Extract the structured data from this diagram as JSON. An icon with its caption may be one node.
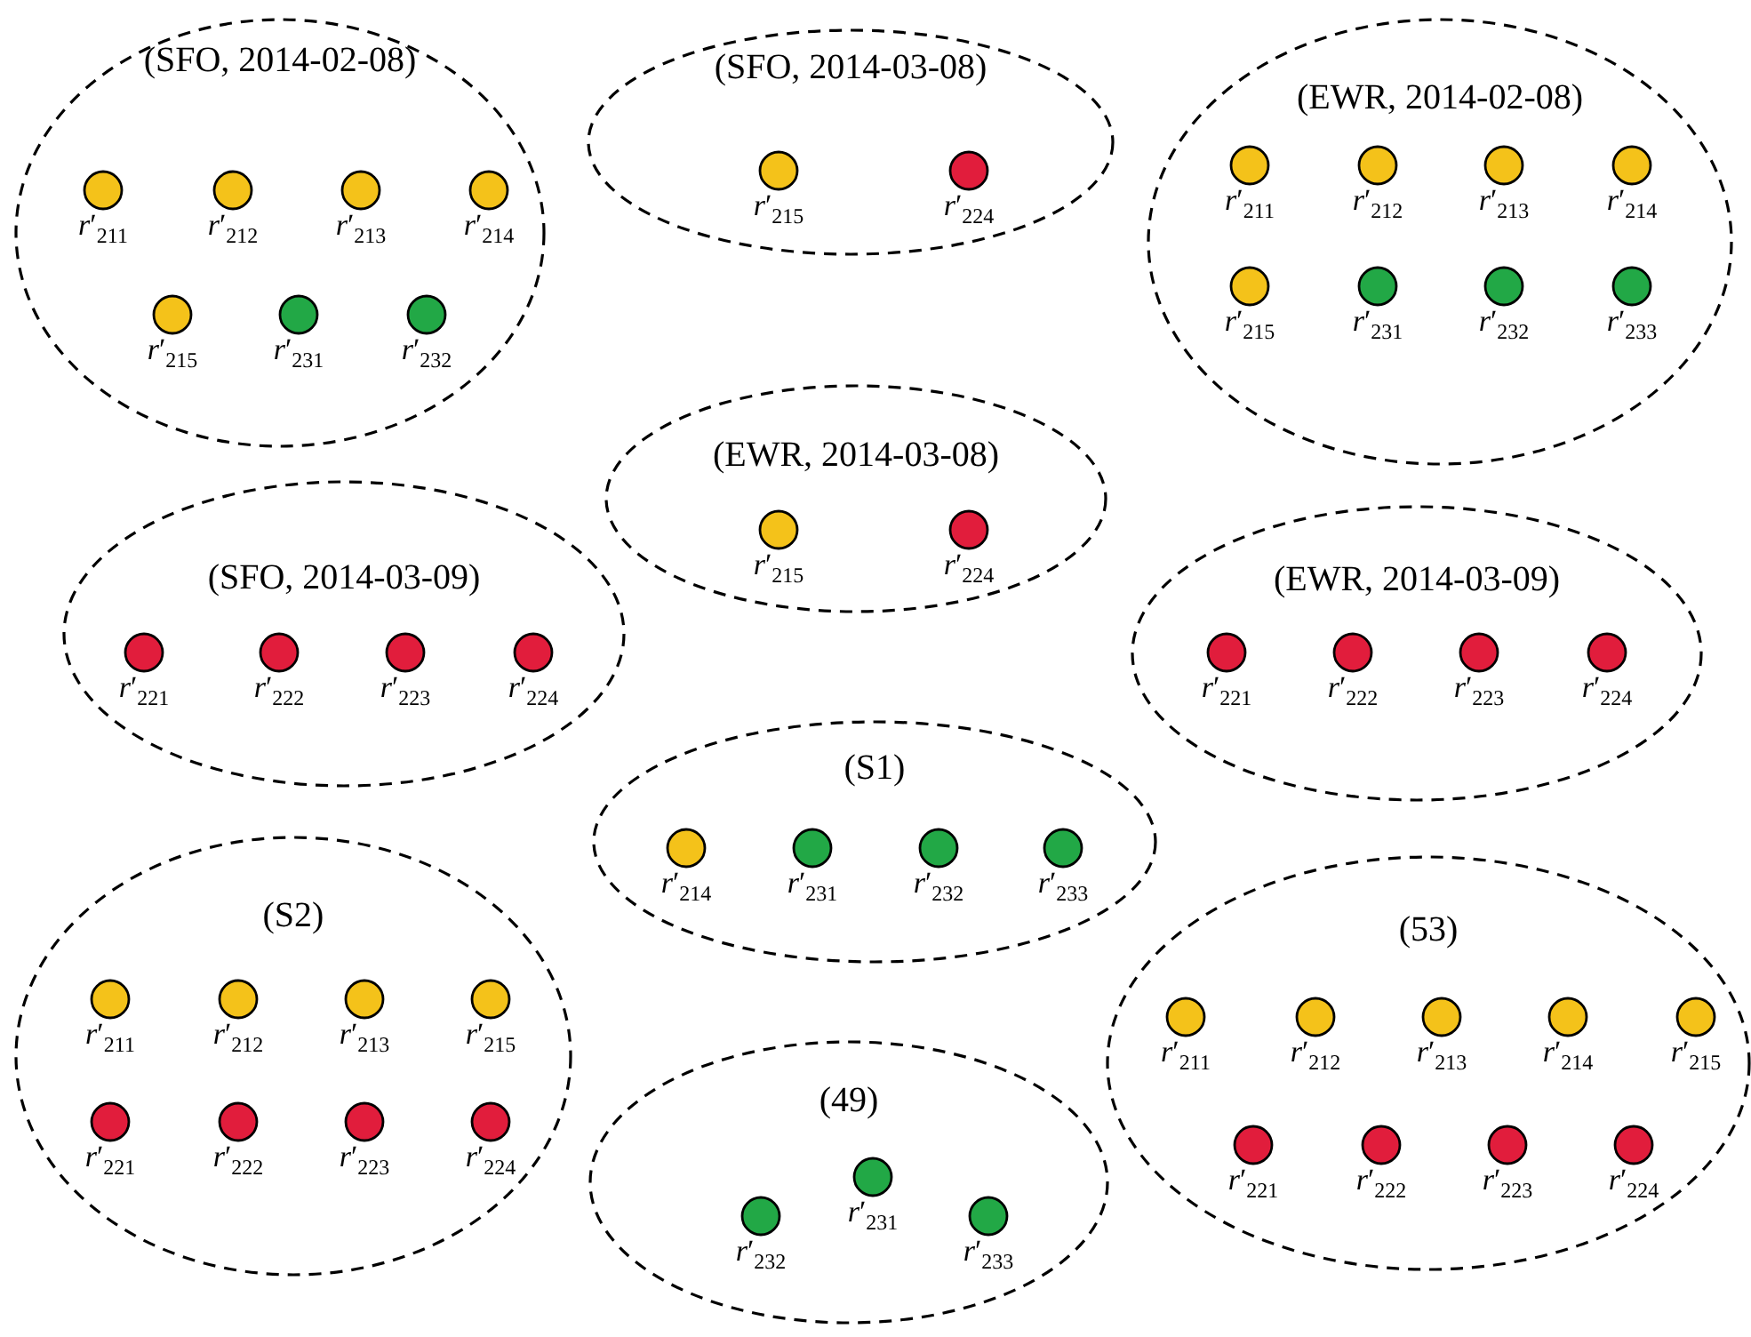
{
  "diagram": {
    "nodes": [
      {
        "text": [
          "(SFO, 2014-02-08)"
        ]
      },
      {
        "text": [
          "*r*′$_{211}$"
        ],
        "in": 0
      },
      {
        "text": [
          "*r*′$_{212}$"
        ],
        "in": 0
      },
      {
        "text": [
          "*r*′$_{213}$"
        ],
        "in": 0
      },
      {
        "text": [
          "*r*′$_{214}$"
        ],
        "in": 0
      },
      {
        "text": [
          "*r*′$_{215}$"
        ],
        "in": 0
      },
      {
        "text": [
          "*r*′$_{231}$"
        ],
        "in": 0
      },
      {
        "text": [
          "*r*′$_{232}$"
        ],
        "in": 0
      },
      {
        "text": [
          "(SFO, 2014-03-08)"
        ]
      },
      {
        "text": [
          "*r*′$_{215}$"
        ],
        "in": 8
      },
      {
        "text": [
          "*r*′$_{224}$"
        ],
        "in": 8
      },
      {
        "text": [
          "(EWR, 2014-02-08)"
        ]
      },
      {
        "text": [
          "*r*′$_{211}$"
        ],
        "in": 11
      },
      {
        "text": [
          "*r*′$_{212}$"
        ],
        "in": 11
      },
      {
        "text": [
          "*r*′$_{213}$"
        ],
        "in": 11
      },
      {
        "text": [
          "*r*′$_{214}$"
        ],
        "in": 11
      },
      {
        "text": [
          "*r*′$_{215}$"
        ],
        "in": 11
      },
      {
        "text": [
          "*r*′$_{231}$"
        ],
        "in": 11
      },
      {
        "text": [
          "*r*′$_{232}$"
        ],
        "in": 11
      },
      {
        "text": [
          "*r*′$_{233}$"
        ],
        "in": 11
      },
      {
        "text": [
          "(EWR, 2014-03-08)"
        ]
      },
      {
        "text": [
          "*r*′$_{215}$"
        ],
        "in": 20
      },
      {
        "text": [
          "*r*′$_{224}$"
        ],
        "in": 20
      },
      {
        "text": [
          "(SFO, 2014-03-09)"
        ]
      },
      {
        "text": [
          "*r*′$_{221}$"
        ],
        "in": 23
      },
      {
        "text": [
          "*r*′$_{222}$"
        ],
        "in": 23
      },
      {
        "text": [
          "*r*′$_{223}$"
        ],
        "in": 23
      },
      {
        "text": [
          "*r*′$_{224}$"
        ],
        "in": 23
      },
      {
        "text": [
          "(EWR, 2014-03-09)"
        ]
      },
      {
        "text": [
          "*r*′$_{221}$"
        ],
        "in": 28
      },
      {
        "text": [
          "*r*′$_{222}$"
        ],
        "in": 28
      },
      {
        "text": [
          "*r*′$_{223}$"
        ],
        "in": 28
      },
      {
        "text": [
          "*r*′$_{224}$"
        ],
        "in": 28
      },
      {
        "text": [
          "(S1)"
        ]
      },
      {
        "text": [
          "*r*′$_{214}$"
        ],
        "in": 33
      },
      {
        "text": [
          "*r*′$_{231}$"
        ],
        "in": 33
      },
      {
        "text": [
          "*r*′$_{232}$"
        ],
        "in": 33
      },
      {
        "text": [
          "*r*′$_{233}$"
        ],
        "in": 33
      },
      {
        "text": [
          "(S2)"
        ]
      },
      {
        "text": [
          "*r*′$_{211}$"
        ],
        "in": 38
      },
      {
        "text": [
          "*r*′$_{212}$"
        ],
        "in": 38
      },
      {
        "text": [
          "*r*′$_{213}$"
        ],
        "in": 38
      },
      {
        "text": [
          "*r*′$_{215}$"
        ],
        "in": 38
      },
      {
        "text": [
          "*r*′$_{221}$"
        ],
        "in": 38
      },
      {
        "text": [
          "*r*′$_{222}$"
        ],
        "in": 38
      },
      {
        "text": [
          "*r*′$_{223}$"
        ],
        "in": 38
      },
      {
        "text": [
          "*r*′$_{224}$"
        ],
        "in": 38
      },
      {
        "text": [
          "(49)"
        ]
      },
      {
        "text": [
          "*r*′$_{232}$"
        ],
        "in": 47
      },
      {
        "text": [
          "*r*′$_{231}$"
        ],
        "in": 47
      },
      {
        "text": [
          "*r*′$_{233}$"
        ],
        "in": 47
      },
      {
        "text": [
          "(53)"
        ]
      },
      {
        "text": [
          "*r*′$_{211}$"
        ],
        "in": 51
      },
      {
        "text": [
          "*r*′$_{212}$"
        ],
        "in": 51
      },
      {
        "text": [
          "*r*′$_{213}$"
        ],
        "in": 51
      },
      {
        "text": [
          "*r*′$_{214}$"
        ],
        "in": 51
      },
      {
        "text": [
          "*r*′$_{215}$"
        ],
        "in": 51
      },
      {
        "text": [
          "*r*′$_{221}$"
        ],
        "in": 51
      },
      {
        "text": [
          "*r*′$_{222}$"
        ],
        "in": 51
      },
      {
        "text": [
          "*r*′$_{223}$"
        ],
        "in": 51
      },
      {
        "text": [
          "*r*′$_{224}$"
        ],
        "in": 51
      }
    ]
  }
}
